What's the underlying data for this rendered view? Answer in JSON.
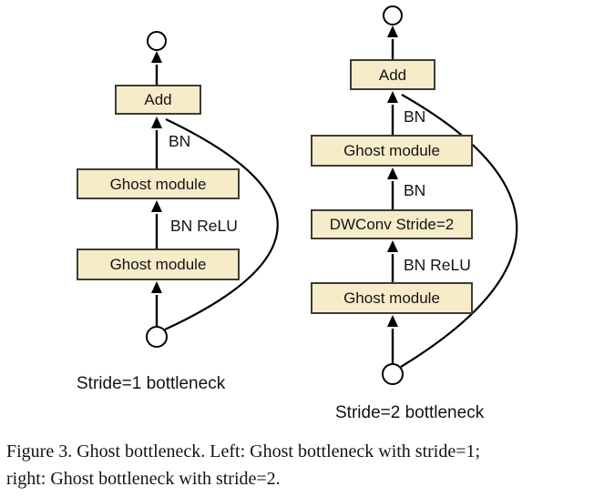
{
  "figure": {
    "left": {
      "caption": "Stride=1 bottleneck",
      "boxes": {
        "add": "Add",
        "ghost_top": "Ghost module",
        "ghost_bottom": "Ghost module"
      },
      "edge_labels": {
        "bn": "BN",
        "bn_relu": "BN ReLU"
      }
    },
    "right": {
      "caption": "Stride=2 bottleneck",
      "boxes": {
        "add": "Add",
        "ghost_top": "Ghost module",
        "dwconv": "DWConv Stride=2",
        "ghost_bottom": "Ghost module"
      },
      "edge_labels": {
        "bn_top": "BN",
        "bn_mid": "BN",
        "bn_relu": "BN ReLU"
      }
    },
    "caption": {
      "line1": "Figure 3. Ghost bottleneck. Left: Ghost bottleneck with stride=1;",
      "line2": "right: Ghost bottleneck with stride=2."
    },
    "colors": {
      "box_fill": "#f7ecca",
      "box_border": "#3d3d35",
      "line": "#000000",
      "background": "#ffffff"
    }
  }
}
